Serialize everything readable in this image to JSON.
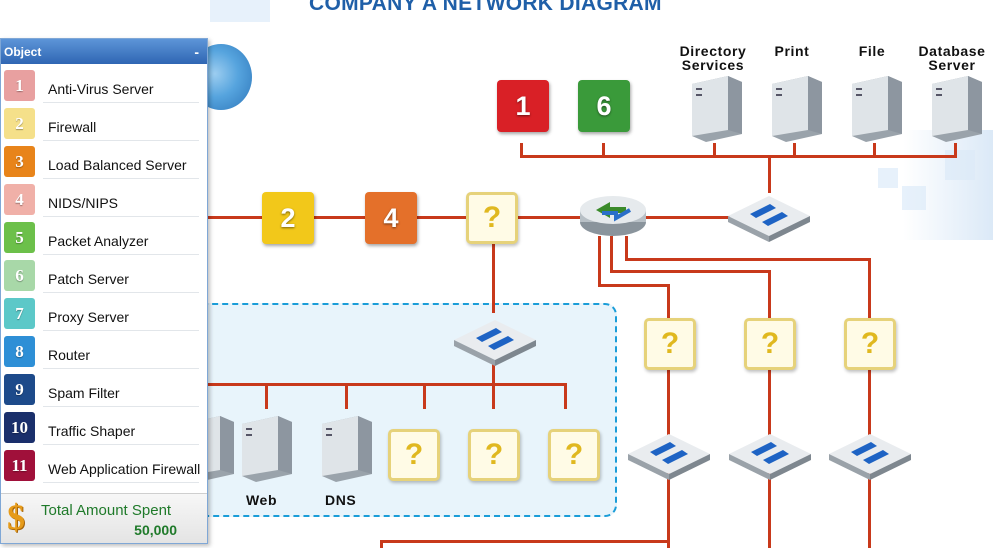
{
  "title": "COMPANY A NETWORK DIAGRAM",
  "panel": {
    "header": "Object",
    "minimize": "-",
    "items": [
      {
        "number": "1",
        "label": "Anti-Virus Server",
        "color": "#e8a0a0"
      },
      {
        "number": "2",
        "label": "Firewall",
        "color": "#f5e08a"
      },
      {
        "number": "3",
        "label": "Load Balanced Server",
        "color": "#e8841a"
      },
      {
        "number": "4",
        "label": "NIDS/NIPS",
        "color": "#f0b0a8"
      },
      {
        "number": "5",
        "label": "Packet Analyzer",
        "color": "#6cc04a"
      },
      {
        "number": "6",
        "label": "Patch Server",
        "color": "#a8d8a8"
      },
      {
        "number": "7",
        "label": "Proxy Server",
        "color": "#5cc8c8"
      },
      {
        "number": "8",
        "label": "Router",
        "color": "#2e8fd6"
      },
      {
        "number": "9",
        "label": "Spam Filter",
        "color": "#1d4a8a"
      },
      {
        "number": "10",
        "label": "Traffic Shaper",
        "color": "#1a2f6b"
      },
      {
        "number": "11",
        "label": "Web Application Firewall",
        "color": "#a0103a"
      }
    ],
    "total": {
      "label": "Total Amount Spent",
      "value": "50,000",
      "symbol": "$"
    }
  },
  "placed_tiles": [
    {
      "number": "1",
      "color": "#d92026"
    },
    {
      "number": "6",
      "color": "#3a9a3a"
    },
    {
      "number": "2",
      "color": "#f2c81a"
    },
    {
      "number": "4",
      "color": "#e4702a"
    }
  ],
  "slot_mark": "?",
  "servers": {
    "directory": "Directory Services",
    "directory_l1": "Directory",
    "directory_l2": "Services",
    "print": "Print",
    "file": "File",
    "database_l1": "Database",
    "database_l2": "Server",
    "web": "Web",
    "dns": "DNS"
  }
}
